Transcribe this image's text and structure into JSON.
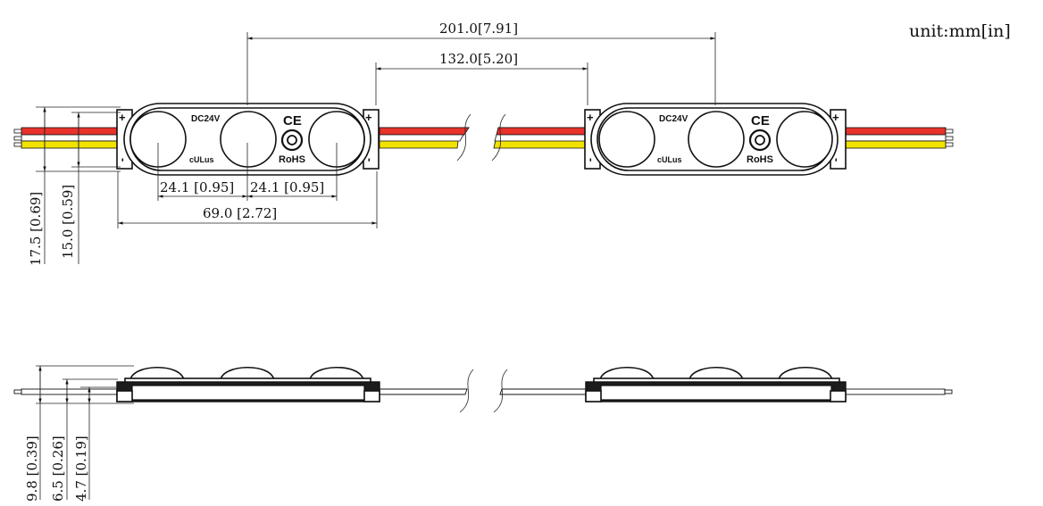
{
  "unit_label": "unit:mm[in]",
  "colors": {
    "wire_red": "#e8322a",
    "wire_yellow": "#f2e200",
    "wire_white": "#ffffff",
    "line": "#111111"
  },
  "top_view": {
    "dim_overall_pitch": "201.0[7.91]",
    "dim_gap": "132.0[5.20]",
    "dim_lens_pitch_left": "24.1 [0.95]",
    "dim_lens_pitch_right": "24.1 [0.95]",
    "dim_module_length": "69.0 [2.72]",
    "dim_total_width": "17.5 [0.69]",
    "dim_body_width": "15.0 [0.59]"
  },
  "side_view": {
    "dim_total_height": "9.8 [0.39]",
    "dim_body_height": "6.5 [0.26]",
    "dim_base_height": "4.7 [0.19]"
  },
  "module_markings": {
    "voltage": "DC24V",
    "ce_mark": "CE",
    "rohs": "RoHS",
    "ul_mark": "cULus",
    "plus_sign": "+",
    "minus_sign": "-"
  }
}
